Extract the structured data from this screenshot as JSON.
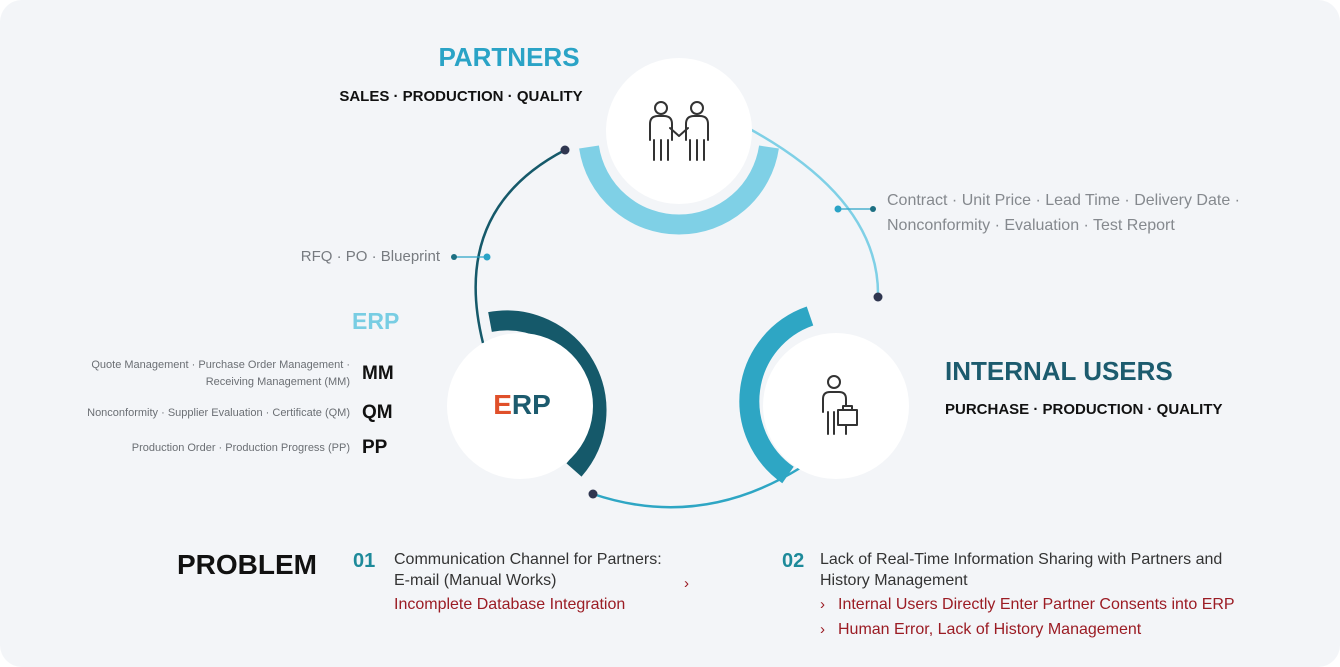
{
  "partners": {
    "title": "PARTNERS",
    "subtitle": "SALES · PRODUCTION · QUALITY",
    "icon": "handshake-people-icon"
  },
  "internal_users": {
    "title": "INTERNAL USERS",
    "subtitle": "PURCHASE · PRODUCTION · QUALITY",
    "icon": "person-briefcase-icon"
  },
  "erp": {
    "title": "ERP",
    "logo_first": "E",
    "logo_rest": "RP",
    "modules": [
      {
        "code": "MM",
        "desc_line1": "Quote Management · Purchase Order Management ·",
        "desc_line2": "Receiving Management (MM)"
      },
      {
        "code": "QM",
        "desc_line1": "Nonconformity · Supplier Evaluation · Certificate (QM)",
        "desc_line2": ""
      },
      {
        "code": "PP",
        "desc_line1": "Production Order · Production Progress (PP)",
        "desc_line2": ""
      }
    ]
  },
  "edges": {
    "left_label": "RFQ · PO · Blueprint",
    "right_line1": "Contract · Unit Price · Lead Time · Delivery Date ·",
    "right_line2": "Nonconformity · Evaluation · Test Report"
  },
  "problem": {
    "label": "PROBLEM",
    "items": [
      {
        "num": "01",
        "line1": "Communication Channel for Partners:",
        "line2": "E-mail (Manual Works)",
        "consequences": [
          "Incomplete Database Integration"
        ]
      },
      {
        "num": "02",
        "line1": "Lack of Real-Time Information Sharing with Partners and",
        "line2": "History Management",
        "consequences": [
          "Internal Users Directly Enter Partner Consents into ERP",
          "Human Error, Lack of History Management"
        ]
      }
    ]
  },
  "colors": {
    "teal_light": "#7fd0e6",
    "teal_mid": "#2ea6c4",
    "teal_dark": "#15596a",
    "accent_red": "#9b1c24",
    "erp_e": "#e0502a"
  }
}
